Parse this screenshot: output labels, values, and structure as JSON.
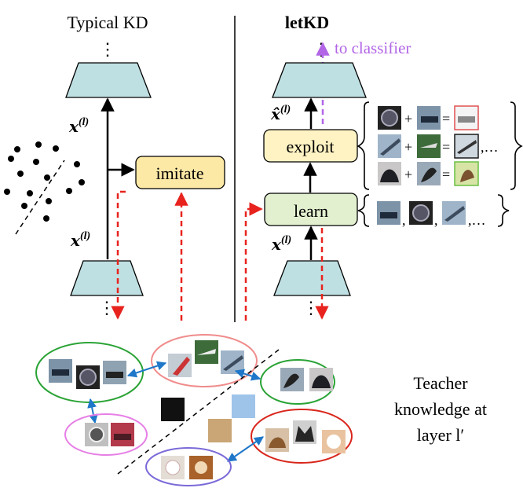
{
  "titles": {
    "typical": "Typical KD",
    "letkd": "letKD"
  },
  "labels": {
    "classifier": "to classifier",
    "imitate": "imitate",
    "exploit": "exploit",
    "learn": "learn",
    "x_l": "x(l)",
    "x_hat_l": "x̂(l)",
    "dots_vertical": "⋮",
    "dots_h": ",…",
    "plus": "+",
    "equals": "=",
    "comma": ","
  },
  "teacher_text": {
    "line1": "Teacher",
    "line2": "knowledge at",
    "line3": "layer l′"
  },
  "colors": {
    "trapezoid": "#bfe0e3",
    "imitate_box": "#fde9a6",
    "exploit_box": "#fff3c4",
    "learn_box": "#e2f0cf",
    "red_arrow": "#e8231e",
    "purple_arrow": "#b266e6",
    "blue_arrow": "#1f77c9",
    "ellipse_green": "#2aa335",
    "ellipse_red_pink": "#f08c8c",
    "ellipse_pink": "#e67fe6",
    "ellipse_red": "#d9261c",
    "ellipse_purple": "#7a6ad8"
  },
  "icons": [
    "car-icon",
    "wheel-icon",
    "airplane-icon",
    "bird-icon",
    "dog-icon",
    "cat-icon",
    "horse-icon"
  ]
}
